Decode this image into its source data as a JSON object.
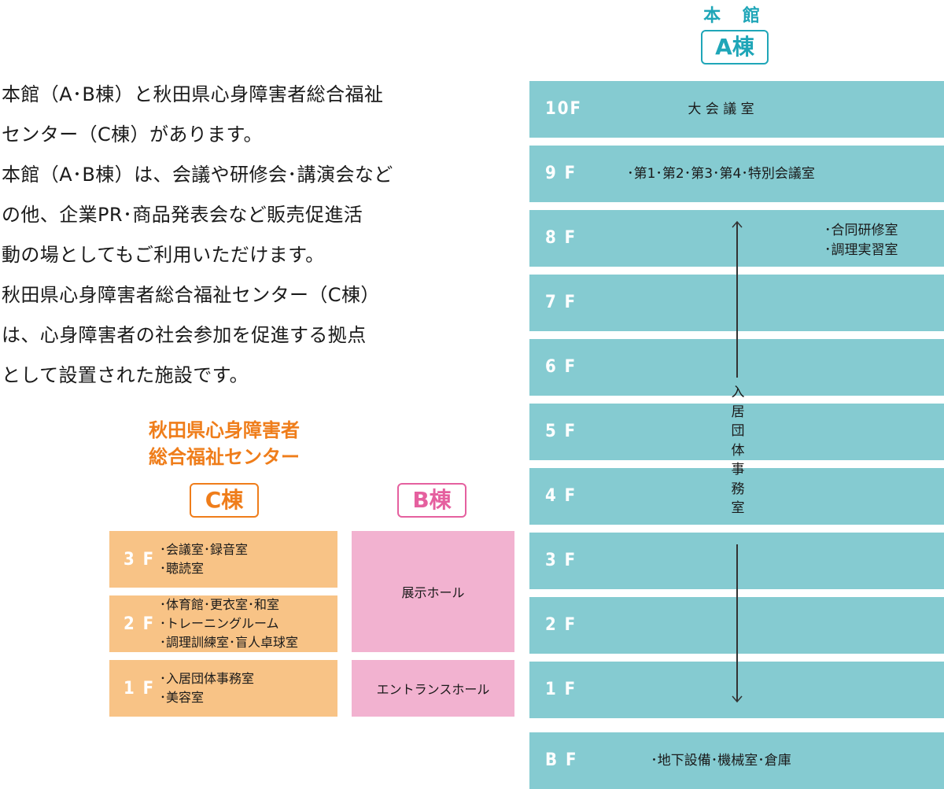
{
  "intro": {
    "lines": [
      "本館（A･B棟）と秋田県心身障害者総合福祉",
      "センター（C棟）があります。",
      "本館（A･B棟）は、会議や研修会･講演会など",
      "の他、企業PR･商品発表会など販売促進活",
      "動の場としてもご利用いただけます。",
      "秋田県心身障害者総合福祉センター（C棟）",
      "は、心身障害者の社会参加を促進する拠点",
      "として設置された施設です。"
    ]
  },
  "main_building": {
    "title": "本 館",
    "badge": "A棟"
  },
  "a_building": {
    "floors": [
      {
        "label": "10F",
        "rooms": "大 会 議 室"
      },
      {
        "label": "9 F",
        "rooms": "･第1･第2･第3･第4･特別会議室"
      },
      {
        "label": "8 F",
        "rooms_lines": [
          "･合同研修室",
          "･調理実習室"
        ]
      },
      {
        "label": "7 F"
      },
      {
        "label": "6 F"
      },
      {
        "label": "5 F"
      },
      {
        "label": "4 F"
      },
      {
        "label": "3 F"
      },
      {
        "label": "2 F"
      },
      {
        "label": "1 F"
      },
      {
        "label": "B F",
        "rooms": "･地下設備･機械室･倉庫"
      }
    ],
    "tenant_label": [
      "入",
      "居",
      "団",
      "体",
      "事",
      "務",
      "室"
    ]
  },
  "c_building": {
    "title_lines": [
      "秋田県心身障害者",
      "総合福祉センター"
    ],
    "badge": "C棟",
    "floors": [
      {
        "label": "3 F",
        "rooms": [
          "･会議室･録音室",
          "･聴読室"
        ]
      },
      {
        "label": "2 F",
        "rooms": [
          "･体育館･更衣室･和室",
          "･トレーニングルーム",
          "･調理訓練室･盲人卓球室"
        ]
      },
      {
        "label": "1 F",
        "rooms": [
          "･入居団体事務室",
          "･美容室"
        ]
      }
    ]
  },
  "b_building": {
    "badge": "B棟",
    "floors": [
      {
        "rooms": "展示ホール"
      },
      {
        "rooms": "エントランスホール"
      }
    ]
  },
  "colors": {
    "a_floor": "#85cbd1",
    "a_accent": "#1fa6b8",
    "c_floor": "#f8c386",
    "c_accent": "#ef7d1a",
    "b_floor": "#f2b2d0",
    "b_accent": "#e5609f"
  }
}
